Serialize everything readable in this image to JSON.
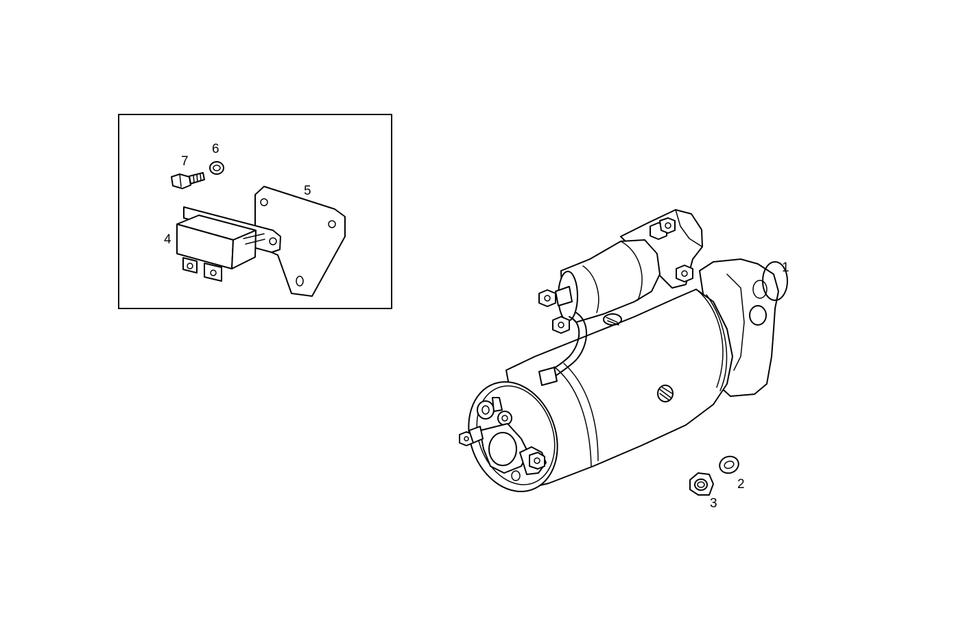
{
  "diagram": {
    "callouts": {
      "c1": "1",
      "c2": "2",
      "c3": "3",
      "c4": "4",
      "c5": "5",
      "c6": "6",
      "c7": "7"
    },
    "colors": {
      "line": "#000000",
      "background": "#ffffff"
    }
  }
}
